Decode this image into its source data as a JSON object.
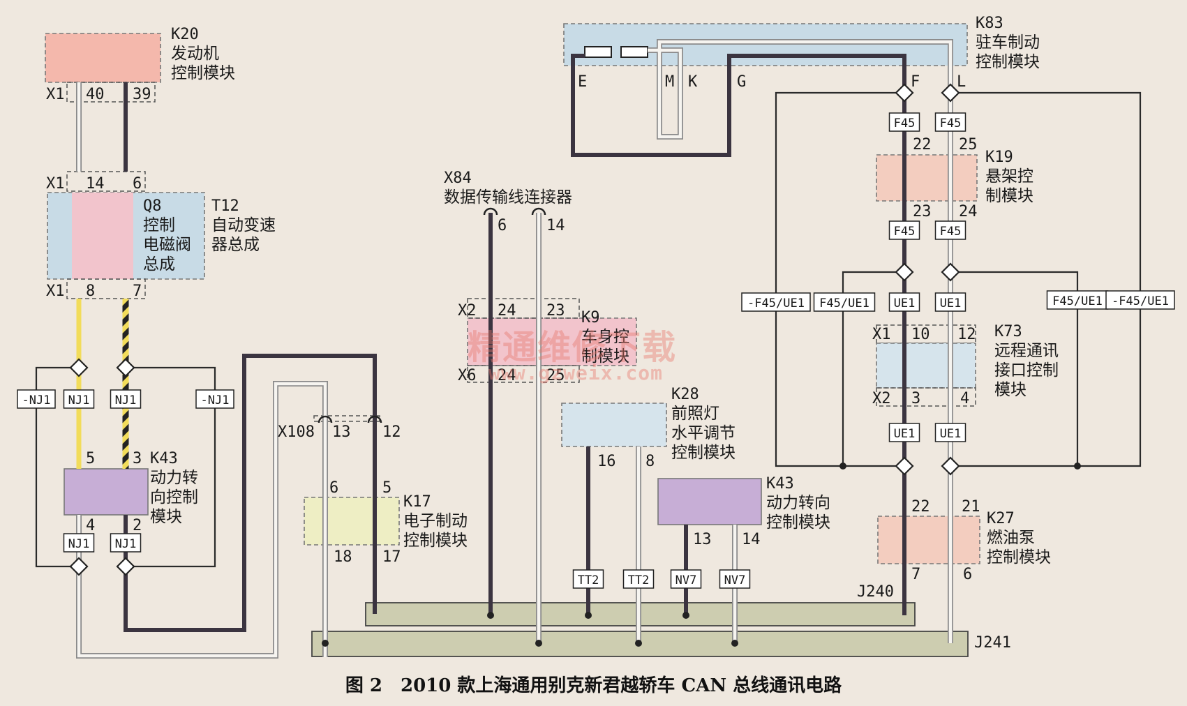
{
  "caption": "图 2　2010 款上海通用别克新君越轿车 CAN 总线通讯电路",
  "watermark": {
    "cn": "精通维修下载",
    "url": "www.gzweix.com"
  },
  "modules": {
    "k20": {
      "id": "K20",
      "name": [
        "发动机",
        "控制模块"
      ],
      "connector": "X1",
      "pins": [
        "40",
        "39"
      ]
    },
    "t12": {
      "id": "T12",
      "name": [
        "自动变速",
        "器总成"
      ],
      "q8_id": "Q8",
      "q8_name": [
        "控制",
        "电磁阀",
        "总成"
      ],
      "connector": "X1",
      "pins_top": [
        "14",
        "6"
      ],
      "pins_bottom": [
        "8",
        "7"
      ]
    },
    "k43a": {
      "id": "K43",
      "name": [
        "动力转",
        "向控制",
        "模块"
      ],
      "pins_top": [
        "5",
        "3"
      ],
      "pins_bottom": [
        "4",
        "2"
      ]
    },
    "x108": {
      "id": "X108",
      "pins": [
        "13",
        "12"
      ]
    },
    "k17": {
      "id": "K17",
      "name": [
        "电子制动",
        "控制模块"
      ],
      "pins_top": [
        "6",
        "5"
      ],
      "pins_bottom": [
        "18",
        "17"
      ]
    },
    "x84": {
      "id": "X84",
      "name": "数据传输线连接器",
      "pins": [
        "6",
        "14"
      ]
    },
    "k9": {
      "id": "K9",
      "name": [
        "车身控",
        "制模块"
      ],
      "conn_top": "X2",
      "pins_top": [
        "24",
        "23"
      ],
      "conn_bottom": "X6",
      "pins_bottom": [
        "24",
        "25"
      ]
    },
    "k28": {
      "id": "K28",
      "name": [
        "前照灯",
        "水平调节",
        "控制模块"
      ],
      "pins": [
        "16",
        "8"
      ]
    },
    "k43b": {
      "id": "K43",
      "name": [
        "动力转向",
        "控制模块"
      ],
      "pins": [
        "13",
        "14"
      ]
    },
    "k83": {
      "id": "K83",
      "name": [
        "驻车制动",
        "控制模块"
      ],
      "pins": [
        "E",
        "M",
        "K",
        "G",
        "F",
        "L"
      ]
    },
    "k19": {
      "id": "K19",
      "name": [
        "悬架控",
        "制模块"
      ],
      "pins_top": [
        "22",
        "25"
      ],
      "pins_bottom": [
        "23",
        "24"
      ]
    },
    "k73": {
      "id": "K73",
      "name": [
        "远程通讯",
        "接口控制",
        "模块"
      ],
      "conn_top": "X1",
      "pins_top": [
        "10",
        "12"
      ],
      "conn_bottom": "X2",
      "pins_bottom": [
        "3",
        "4"
      ]
    },
    "k27": {
      "id": "K27",
      "name": [
        "燃油泵",
        "控制模块"
      ],
      "pins_top": [
        "22",
        "21"
      ],
      "pins_bottom": [
        "7",
        "6"
      ]
    }
  },
  "splices": {
    "j240": "J240",
    "j241": "J241"
  },
  "tags": {
    "nj1": "NJ1",
    "nnj1": "-NJ1",
    "f45": "F45",
    "ue1": "UE1",
    "f45ue1": "F45/UE1",
    "nf45ue1": "-F45/UE1",
    "tt2": "TT2",
    "nv7": "NV7"
  },
  "colors": {
    "bg": "#efe8df",
    "can_high": "#3b3440",
    "can_low_outline": "#8a8a8a",
    "can_low_fill": "#f6f4f0",
    "yellow_wire": "#f2dc5a",
    "k20_box": "#f4b8ac",
    "k43_box": "#c7aed6",
    "blue_box": "#c8dbe6",
    "pink_box": "#f2c4cc",
    "peach_box": "#f3cdbf",
    "yellow_box": "#eeeec4",
    "light_blue_box": "#d6e4ec",
    "bus_bar": "#cdcdb0"
  }
}
